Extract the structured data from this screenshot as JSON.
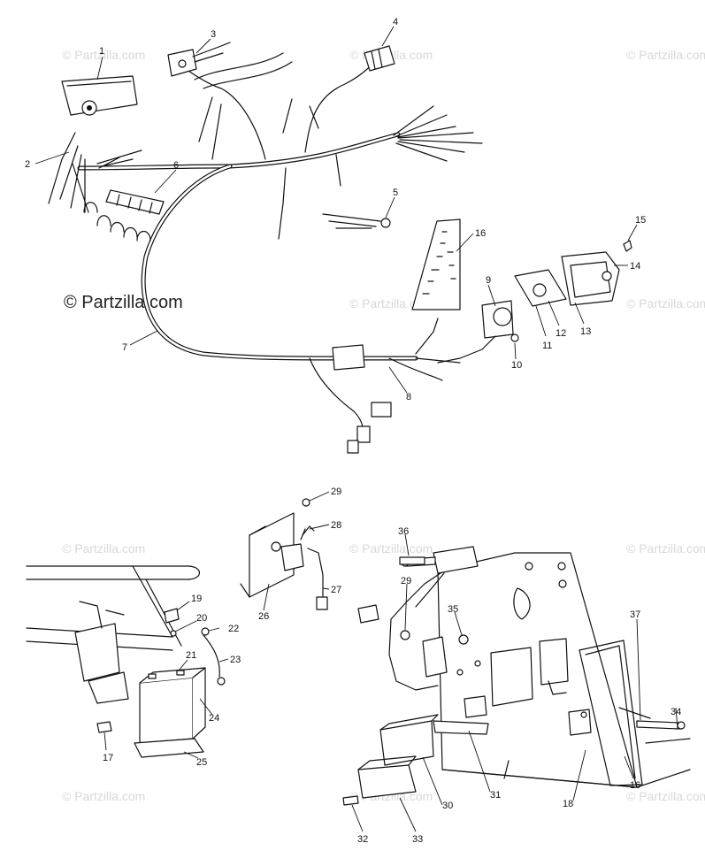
{
  "watermark_main": "© Partzilla.com",
  "watermark_faint": "© Partzilla.com",
  "callouts": [
    "1",
    "2",
    "3",
    "4",
    "5",
    "6",
    "7",
    "8",
    "9",
    "10",
    "11",
    "12",
    "13",
    "14",
    "15",
    "16",
    "17",
    "19",
    "20",
    "21",
    "22",
    "23",
    "24",
    "25",
    "26",
    "27",
    "28",
    "29",
    "29",
    "30",
    "31",
    "32",
    "33",
    "34",
    "35",
    "36",
    "37",
    "16",
    "18"
  ]
}
